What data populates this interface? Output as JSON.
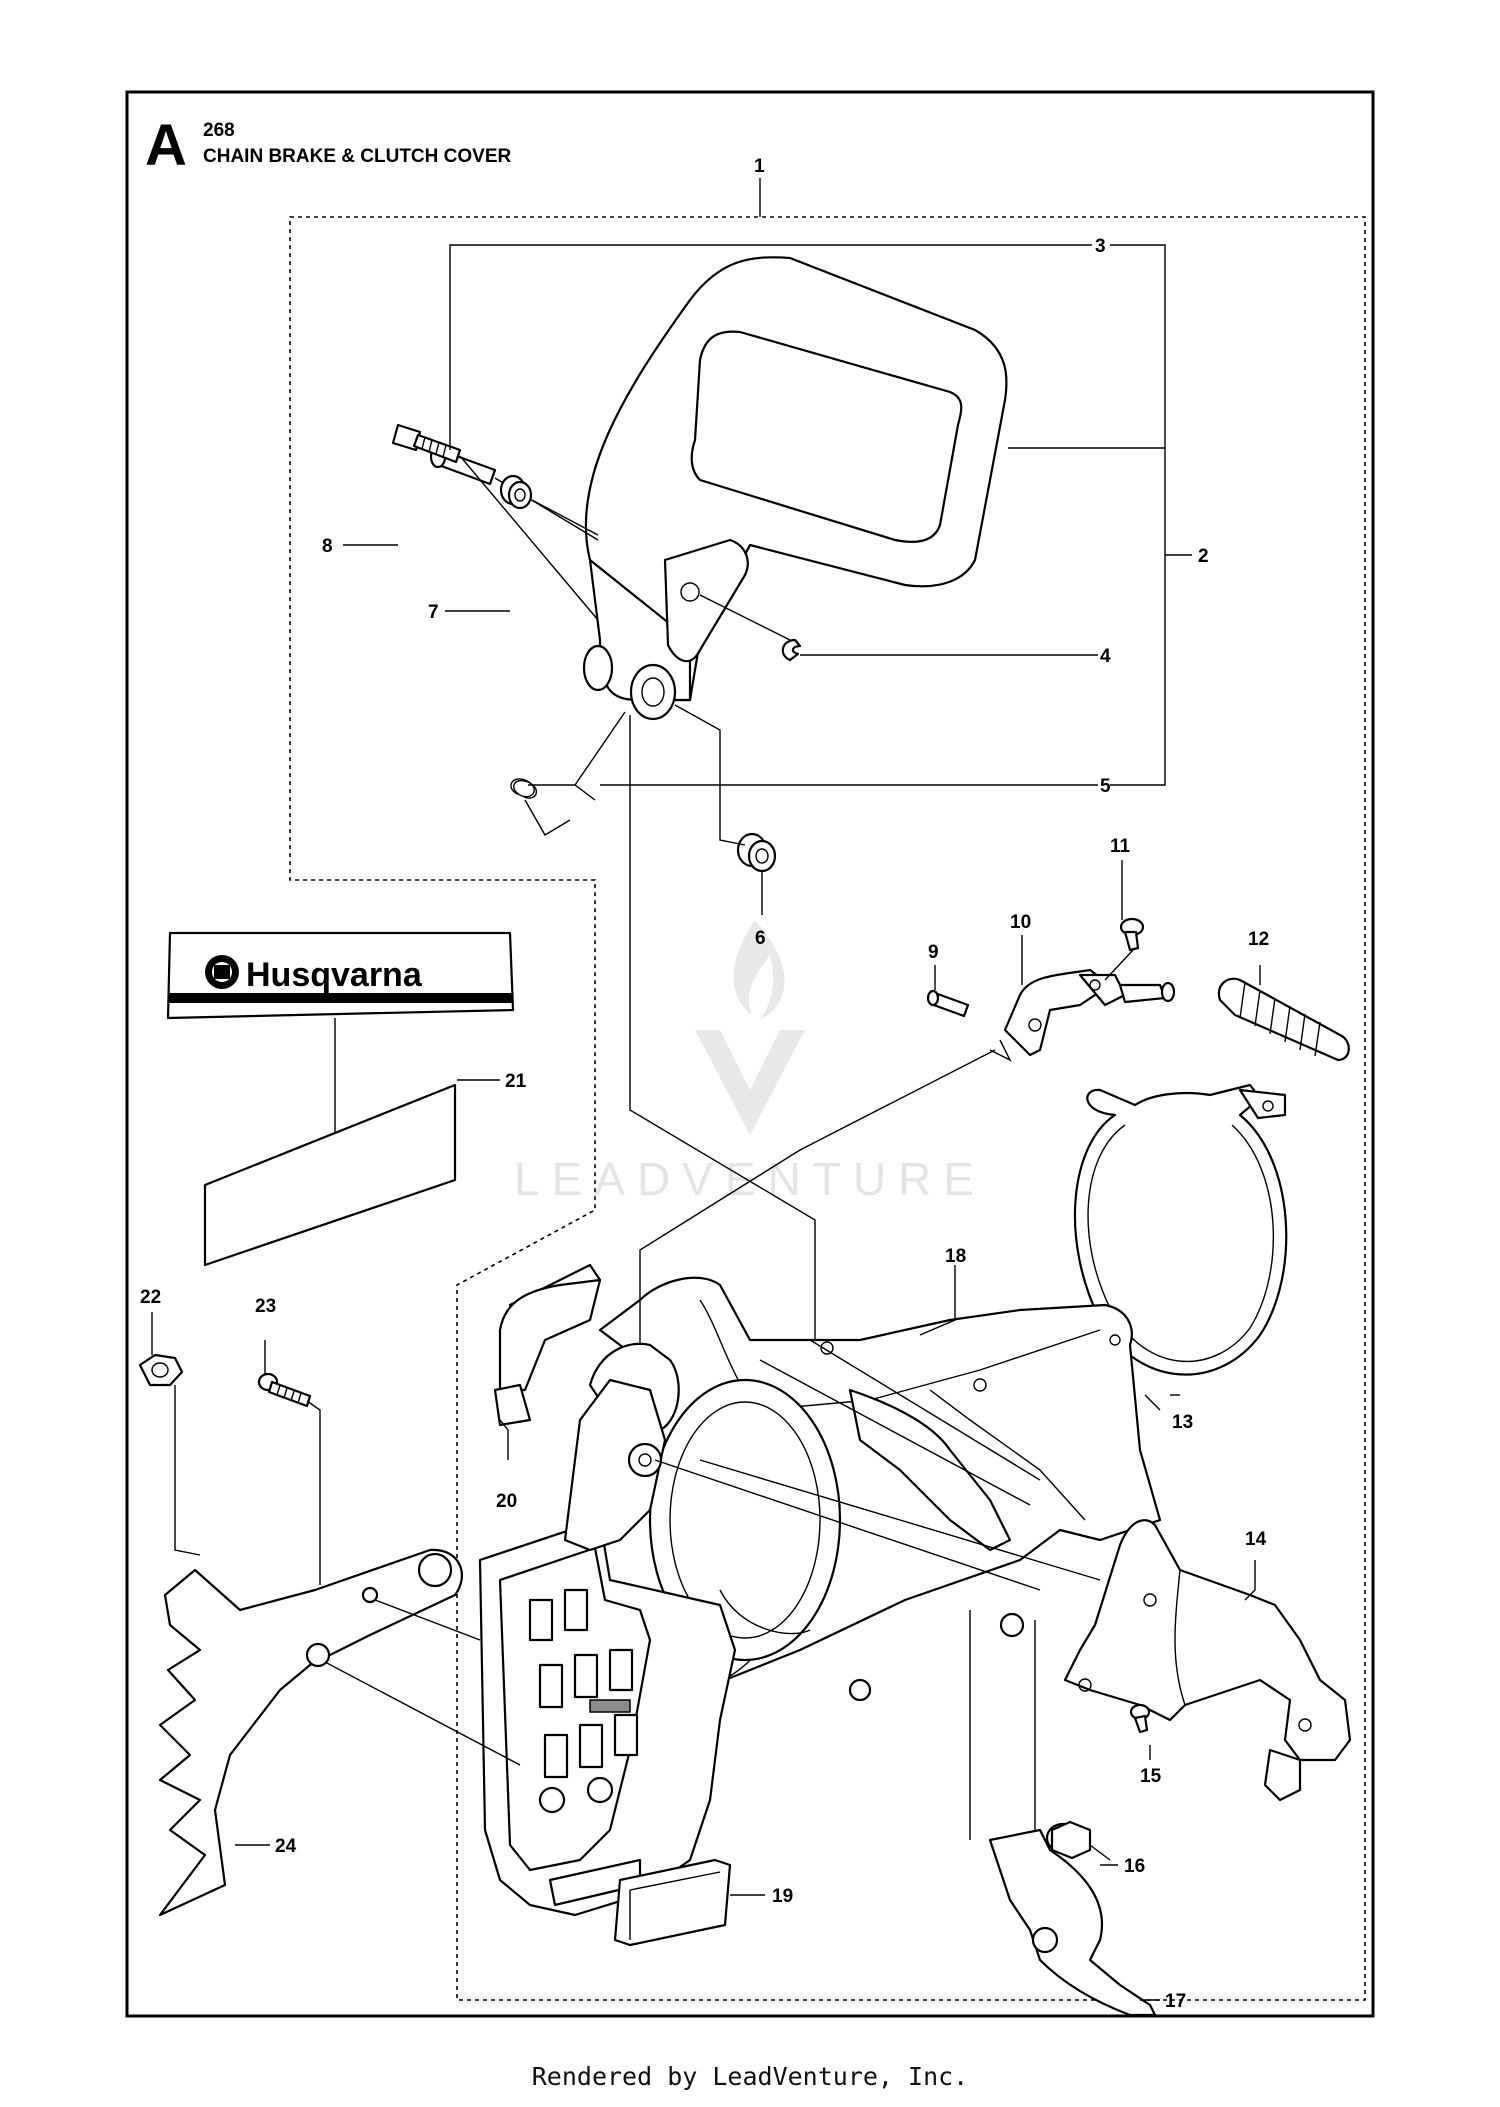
{
  "header": {
    "section_letter": "A",
    "model": "268",
    "title": "CHAIN BRAKE & CLUTCH COVER"
  },
  "decal": {
    "brand": "Husqvarna"
  },
  "watermark": {
    "text": "LEADVENTURE"
  },
  "footer": {
    "text": "Rendered by LeadVenture, Inc."
  },
  "callouts": [
    "1",
    "2",
    "3",
    "4",
    "5",
    "6",
    "7",
    "8",
    "9",
    "10",
    "11",
    "12",
    "13",
    "14",
    "15",
    "16",
    "17",
    "18",
    "19",
    "20",
    "21",
    "22",
    "23",
    "24"
  ],
  "colors": {
    "line": "#000000",
    "background": "#ffffff",
    "watermark": "#e6e6e6"
  }
}
